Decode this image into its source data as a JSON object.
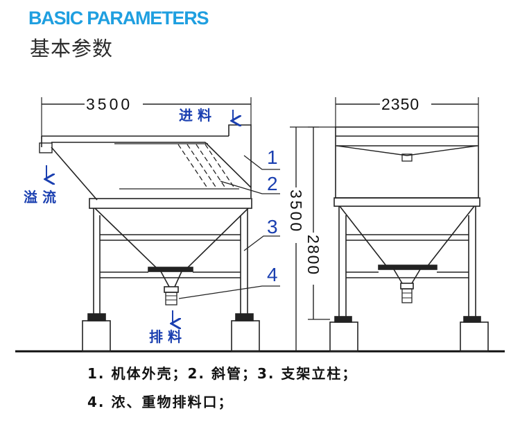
{
  "header": {
    "title_en": "BASIC PARAMETERS",
    "title_zh": "基本参数"
  },
  "dimensions": {
    "width_left": "3500",
    "width_right": "2350",
    "height_total": "3500",
    "height_inner": "2800"
  },
  "labels": {
    "inlet": "进 料",
    "overflow": "溢 流",
    "outlet": "排 料"
  },
  "callouts": [
    "1",
    "2",
    "3",
    "4"
  ],
  "legend": {
    "line1": "1. 机体外壳；2. 斜管；3. 支架立柱；",
    "line2": "4. 浓、重物排料口；"
  },
  "colors": {
    "accent": "#1f9fe0",
    "label_blue": "#1a3fb0"
  }
}
